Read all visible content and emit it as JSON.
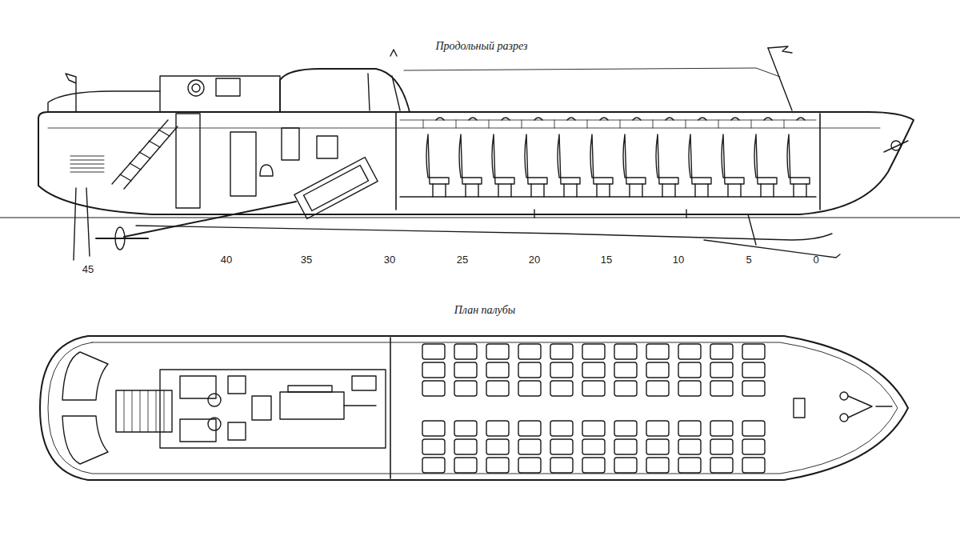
{
  "diagram": {
    "labels": [
      "Продольный разрез",
      "45",
      "40",
      "35",
      "30",
      "25",
      "20",
      "15",
      "10",
      "5",
      "0",
      "План палубы"
    ]
  }
}
